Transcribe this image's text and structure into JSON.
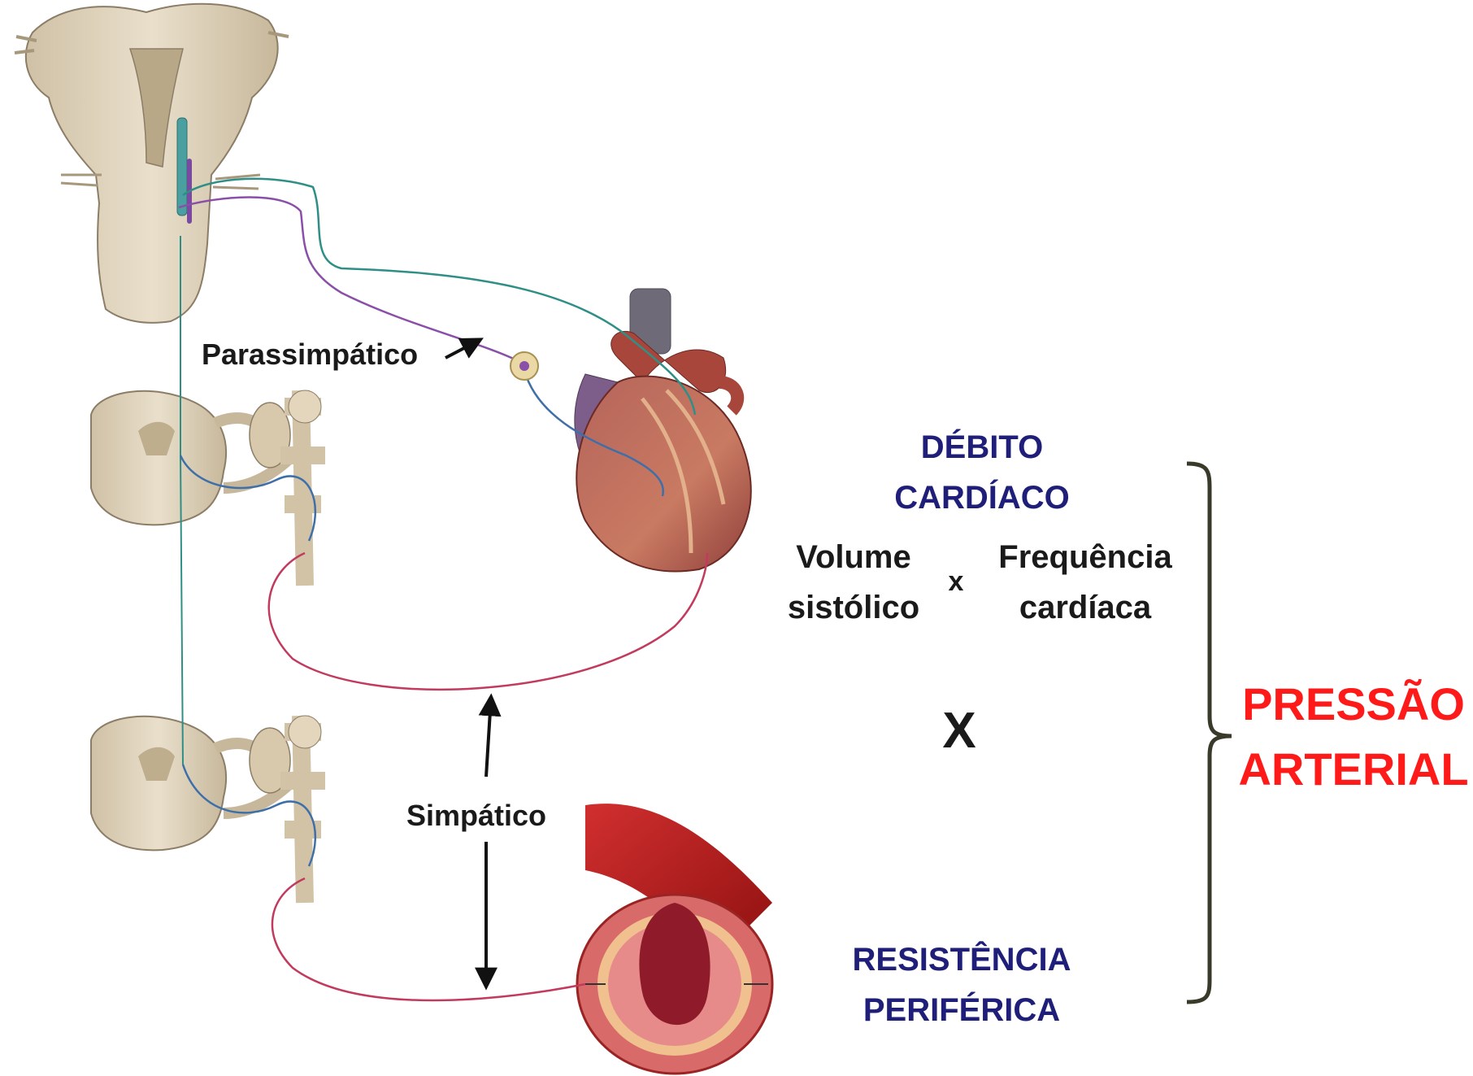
{
  "labels": {
    "parasympathetic": "Parassimpático",
    "sympathetic": "Simpático",
    "cardiac_output_line1": "DÉBITO",
    "cardiac_output_line2": "CARDÍACO",
    "stroke_volume_line1": "Volume",
    "stroke_volume_line2": "sistólico",
    "times_small": "x",
    "heart_rate_line1": "Frequência",
    "heart_rate_line2": "cardíaca",
    "times_big": "X",
    "resistance_line1": "RESISTÊNCIA",
    "resistance_line2": "PERIFÉRICA",
    "pressure_line1": "PRESSÃO",
    "pressure_line2": "ARTERIAL"
  },
  "colors": {
    "parasympathetic_fiber": "#8a4fa8",
    "vagal_fiber": "#2f8f86",
    "sympathetic_fiber": "#c23a5e",
    "preganglionic_blue": "#3f6fa8",
    "navy_text": "#1f1f7a",
    "red_text": "#ff1a1a",
    "bracket": "#3a3a2a"
  },
  "icons": {
    "brainstem": "brainstem-illustration",
    "spinal_cord": "spinal-cord-segment-illustration",
    "heart": "heart-illustration",
    "artery": "artery-cross-section-illustration"
  }
}
